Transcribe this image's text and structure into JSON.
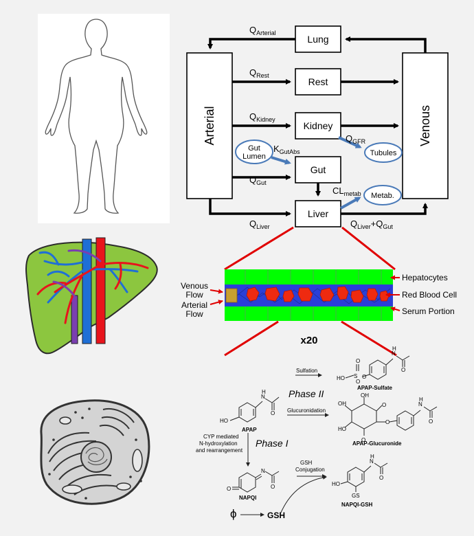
{
  "pbpk": {
    "lung": "Lung",
    "rest": "Rest",
    "kidney": "Kidney",
    "gut": "Gut",
    "liver": "Liver",
    "arterial": "Arterial",
    "venous": "Venous",
    "gut_lumen_1": "Gut",
    "gut_lumen_2": "Lumen",
    "tubules": "Tubules",
    "metab": "Metab.",
    "q_arterial": "Q",
    "q_arterial_sub": "Arterial",
    "q_rest": "Q",
    "q_rest_sub": "Rest",
    "q_kidney": "Q",
    "q_kidney_sub": "Kidney",
    "q_gut": "Q",
    "q_gut_sub": "Gut",
    "q_gfr": "Q",
    "q_gfr_sub": "GFR",
    "k_gutabs": "K",
    "k_gutabs_sub": "GutAbs",
    "cl_metab": "CL",
    "cl_metab_sub": "metab",
    "q_liver": "Q",
    "q_liver_sub": "Liver",
    "q_liver_gut_q": "Q",
    "q_liver_gut_sub1": "Liver",
    "q_liver_gut_plus": "+Q",
    "q_liver_gut_sub2": "Gut"
  },
  "sinusoid": {
    "venous_flow_1": "Venous",
    "venous_flow_2": "Flow",
    "arterial_flow_1": "Arterial",
    "arterial_flow_2": "Flow",
    "hepatocytes": "Hepatocytes",
    "rbc": "Red Blood Cell",
    "serum": "Serum Portion",
    "zoom": "x20"
  },
  "metabolism": {
    "sulfation": "Sulfation",
    "apap_sulfate": "APAP-Sulfate",
    "phase2": "Phase II",
    "apap": "APAP",
    "glucuronidation": "Glucuronidation",
    "apap_glucuronide": "APAP-Glucuronide",
    "cyp_1": "CYP mediated",
    "cyp_2": "N-hydroxylation",
    "cyp_3": "and rearrangement",
    "phase1": "Phase I",
    "napqi": "NAPQI",
    "gsh_conj_1": "GSH",
    "gsh_conj_2": "Conjugation",
    "napqi_gsh": "NAPQI-GSH",
    "phi": "ϕ",
    "gsh": "GSH"
  },
  "chem_labels": {
    "ho": "HO",
    "o": "O",
    "s": "S",
    "h": "H",
    "n": "N",
    "oh": "OH",
    "gs": "GS"
  },
  "colors": {
    "hepatocyte_green": "#00ff00",
    "serum_blue": "#2a3fd8",
    "rbc_red": "#ee2a10",
    "liver_green": "#8cc63f",
    "vein_blue": "#1f6fd6",
    "artery_red": "#e8141c",
    "flow_arrow_blue": "#4a7ab8",
    "zoom_line_red": "#e00000"
  }
}
